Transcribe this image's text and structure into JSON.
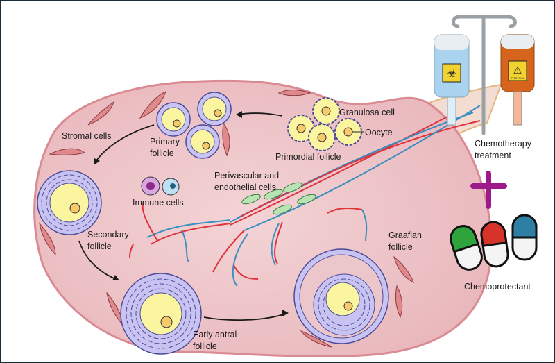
{
  "figure": {
    "title": "Chemotherapy effects on ovarian follicles and chemoprotection",
    "colors": {
      "ovary_fill": "#eec4c8",
      "ovary_edge": "#d98a93",
      "granulosa": "#c9c3f2",
      "granulosa_edge": "#4a4a9a",
      "oocyte": "#fbf5a0",
      "nucleus": "#f6c96a",
      "stromal": "#e0898c",
      "artery": "#e0323b",
      "vein": "#3a8fc0",
      "plus": "#9c1a8a",
      "chemo_bag_blue": "#a9d3ef",
      "chemo_bag_orange": "#d7641c",
      "pill_green": "#2fa33c",
      "pill_red": "#d8332b",
      "pill_blue": "#2f7fa3"
    }
  },
  "labels": {
    "stromal_cells": "Stromal cells",
    "primary_follicle_1": "Primary",
    "primary_follicle_2": "follicle",
    "granulosa_cell": "Granulosa cell",
    "oocyte": "Oocyte",
    "primordial_follicle": "Primordial follicle",
    "perivascular_1": "Perivascular and",
    "perivascular_2": "endothelial cells",
    "immune_cells": "Immune cells",
    "secondary_follicle_1": "Secondary",
    "secondary_follicle_2": "follicle",
    "early_antral_1": "Early antral",
    "early_antral_2": "follicle",
    "graafian_1": "Graafian",
    "graafian_2": "follicle",
    "chemo_1": "Chemotherapy",
    "chemo_2": "treatment",
    "chemoprotectant": "Chemoprotectant",
    "cytotoxic_tag": "CYTOTOXIC"
  },
  "icons": [
    "biohazard-icon",
    "warning-icon",
    "plus-icon",
    "iv-pole-icon",
    "capsule-icon"
  ]
}
